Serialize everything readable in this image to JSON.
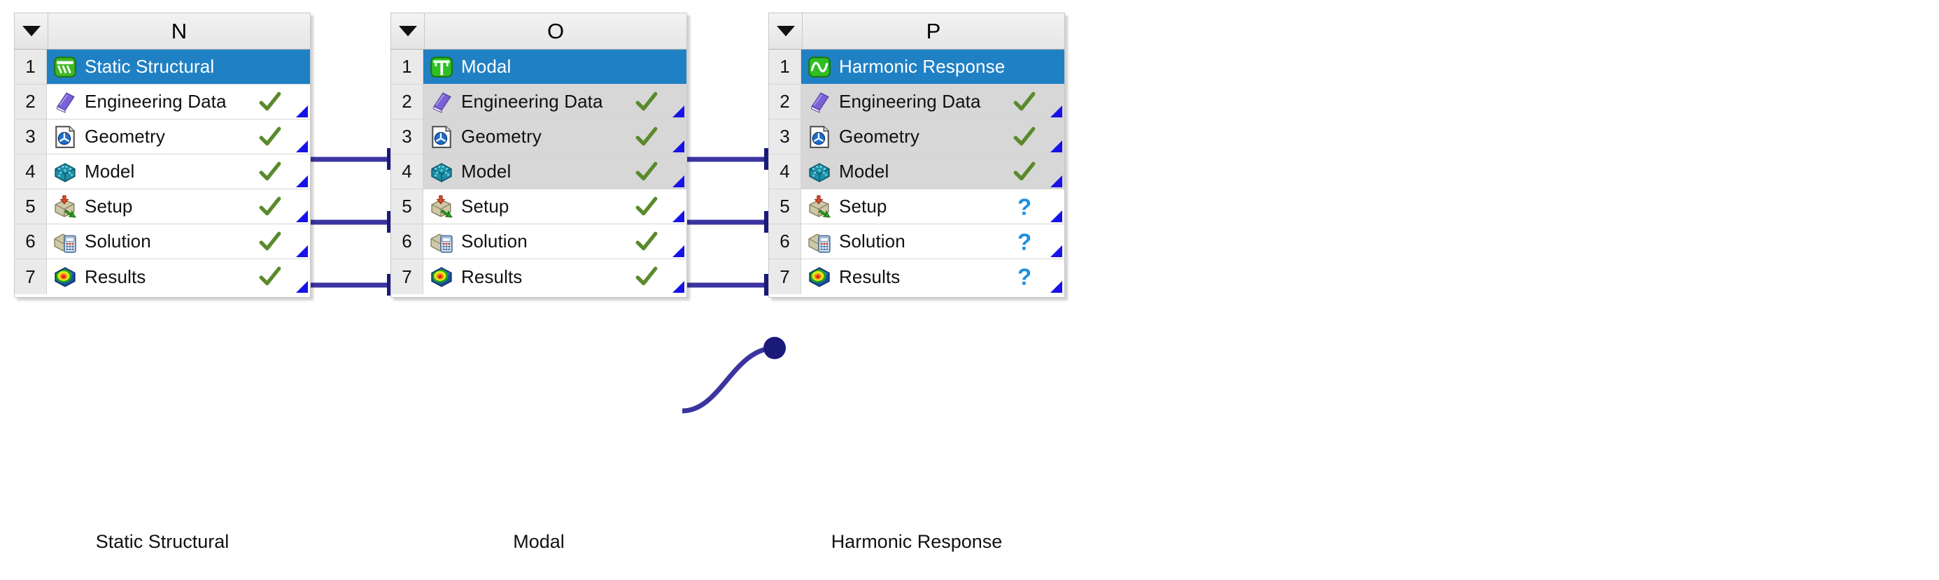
{
  "app": "ANSYS Workbench Project Schematic",
  "accent_selected": "#2080c4",
  "accent_link": "#221a8c",
  "accent_check": "#5a8a2c",
  "accent_question": "#1f8fe0",
  "accent_corner": "#1712e8",
  "shaded_cell": "#d7d7d7",
  "systems": [
    {
      "letter": "N",
      "caption": "Static Structural",
      "dropdown_icon": "chevron-down-icon",
      "rows": [
        {
          "num": "1",
          "label": "Static Structural",
          "icon": "static-structural-icon",
          "status": "",
          "selected": true,
          "shaded": false,
          "corner": false
        },
        {
          "num": "2",
          "label": "Engineering Data",
          "icon": "engineering-data-icon",
          "status": "check",
          "selected": false,
          "shaded": false,
          "corner": true
        },
        {
          "num": "3",
          "label": "Geometry",
          "icon": "geometry-icon",
          "status": "check",
          "selected": false,
          "shaded": false,
          "corner": true
        },
        {
          "num": "4",
          "label": "Model",
          "icon": "model-icon",
          "status": "check",
          "selected": false,
          "shaded": false,
          "corner": true
        },
        {
          "num": "5",
          "label": "Setup",
          "icon": "setup-icon",
          "status": "check",
          "selected": false,
          "shaded": false,
          "corner": true
        },
        {
          "num": "6",
          "label": "Solution",
          "icon": "solution-icon",
          "status": "check",
          "selected": false,
          "shaded": false,
          "corner": true
        },
        {
          "num": "7",
          "label": "Results",
          "icon": "results-icon",
          "status": "check",
          "selected": false,
          "shaded": false,
          "corner": true
        }
      ]
    },
    {
      "letter": "O",
      "caption": "Modal",
      "dropdown_icon": "chevron-down-icon",
      "rows": [
        {
          "num": "1",
          "label": "Modal",
          "icon": "modal-icon",
          "status": "",
          "selected": true,
          "shaded": false,
          "corner": false
        },
        {
          "num": "2",
          "label": "Engineering Data",
          "icon": "engineering-data-icon",
          "status": "check",
          "selected": false,
          "shaded": true,
          "corner": true
        },
        {
          "num": "3",
          "label": "Geometry",
          "icon": "geometry-icon",
          "status": "check",
          "selected": false,
          "shaded": true,
          "corner": true
        },
        {
          "num": "4",
          "label": "Model",
          "icon": "model-icon",
          "status": "check",
          "selected": false,
          "shaded": true,
          "corner": true
        },
        {
          "num": "5",
          "label": "Setup",
          "icon": "setup-icon",
          "status": "check",
          "selected": false,
          "shaded": false,
          "corner": true
        },
        {
          "num": "6",
          "label": "Solution",
          "icon": "solution-icon",
          "status": "check",
          "selected": false,
          "shaded": false,
          "corner": true
        },
        {
          "num": "7",
          "label": "Results",
          "icon": "results-icon",
          "status": "check",
          "selected": false,
          "shaded": false,
          "corner": true
        }
      ]
    },
    {
      "letter": "P",
      "caption": "Harmonic Response",
      "dropdown_icon": "chevron-down-icon",
      "rows": [
        {
          "num": "1",
          "label": "Harmonic Response",
          "icon": "harmonic-response-icon",
          "status": "",
          "selected": true,
          "shaded": false,
          "corner": false
        },
        {
          "num": "2",
          "label": "Engineering Data",
          "icon": "engineering-data-icon",
          "status": "check",
          "selected": false,
          "shaded": true,
          "corner": true
        },
        {
          "num": "3",
          "label": "Geometry",
          "icon": "geometry-icon",
          "status": "check",
          "selected": false,
          "shaded": true,
          "corner": true
        },
        {
          "num": "4",
          "label": "Model",
          "icon": "model-icon",
          "status": "check",
          "selected": false,
          "shaded": true,
          "corner": true
        },
        {
          "num": "5",
          "label": "Setup",
          "icon": "setup-icon",
          "status": "question",
          "selected": false,
          "shaded": false,
          "corner": true
        },
        {
          "num": "6",
          "label": "Solution",
          "icon": "solution-icon",
          "status": "question",
          "selected": false,
          "shaded": false,
          "corner": true
        },
        {
          "num": "7",
          "label": "Results",
          "icon": "results-icon",
          "status": "question",
          "selected": false,
          "shaded": false,
          "corner": true
        }
      ]
    }
  ],
  "links": [
    {
      "from": "N.2",
      "to": "O.2",
      "type": "straight"
    },
    {
      "from": "N.3",
      "to": "O.3",
      "type": "straight"
    },
    {
      "from": "N.4",
      "to": "O.4",
      "type": "straight"
    },
    {
      "from": "O.2",
      "to": "P.2",
      "type": "straight"
    },
    {
      "from": "O.3",
      "to": "P.3",
      "type": "straight"
    },
    {
      "from": "O.4",
      "to": "P.4",
      "type": "straight"
    },
    {
      "from": "O.6",
      "to": "P.5",
      "type": "curve"
    }
  ]
}
